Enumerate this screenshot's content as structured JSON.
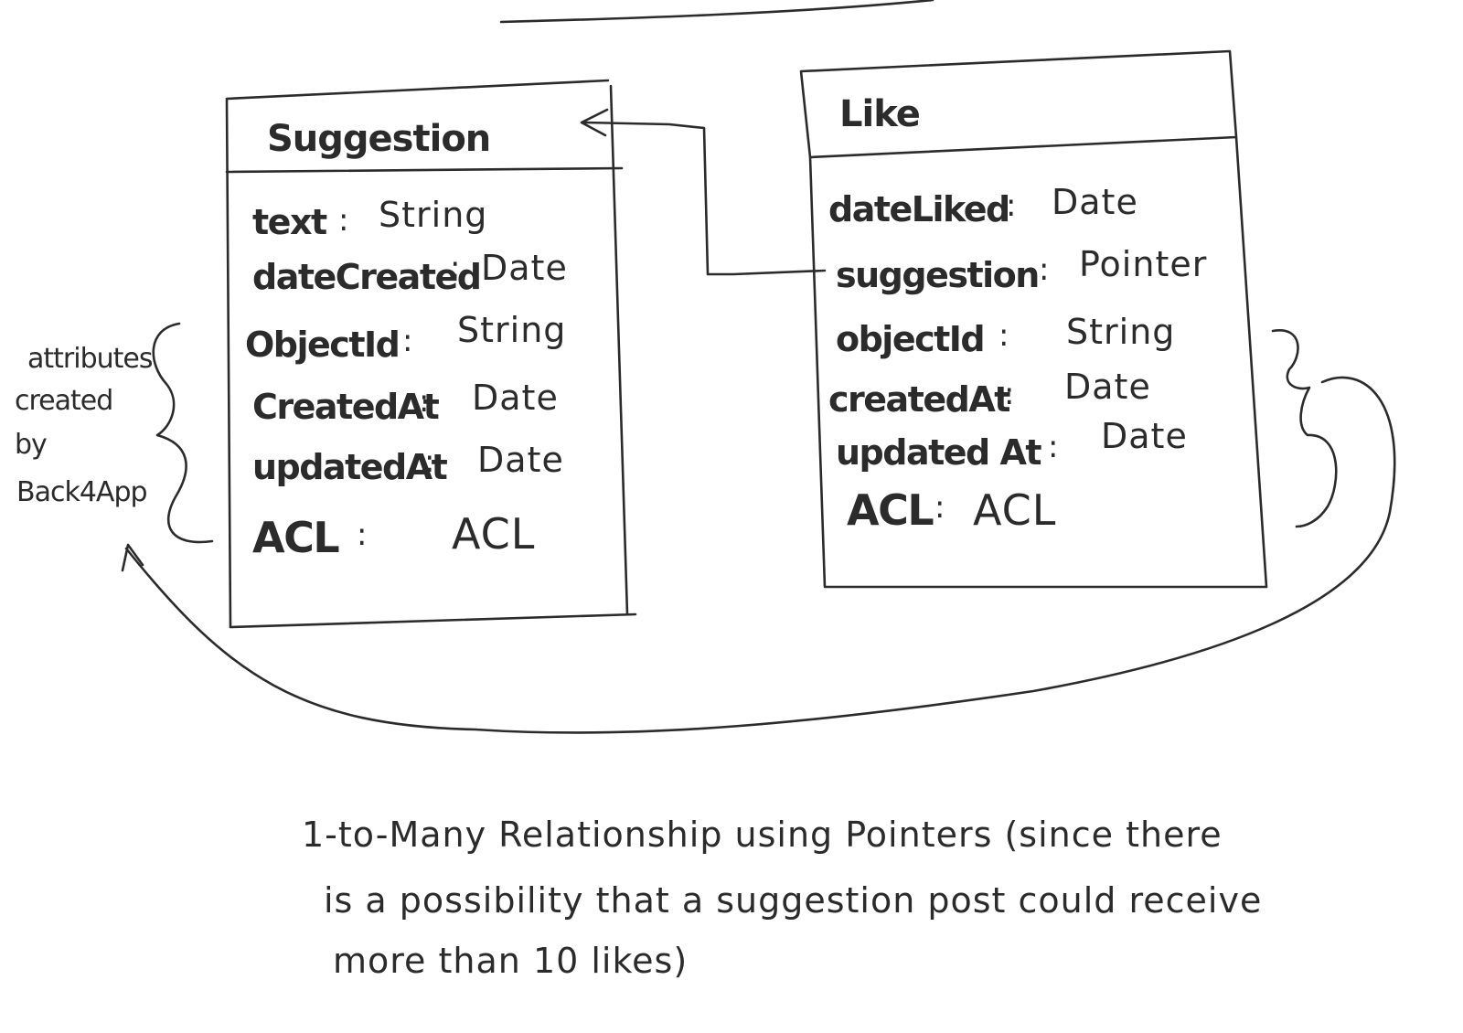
{
  "entities": {
    "suggestion": {
      "title": "Suggestion",
      "attributes": [
        {
          "name": "text",
          "sep": ":",
          "type": "String"
        },
        {
          "name": "dateCreated",
          "sep": ":",
          "type": "Date"
        },
        {
          "name": "ObjectId",
          "sep": ":",
          "type": "String"
        },
        {
          "name": "CreatedAt",
          "sep": ":",
          "type": "Date"
        },
        {
          "name": "updatedAt",
          "sep": ":",
          "type": "Date"
        },
        {
          "name": "ACL",
          "sep": ":",
          "type": "ACL"
        }
      ]
    },
    "like": {
      "title": "Like",
      "attributes": [
        {
          "name": "dateLiked",
          "sep": ":",
          "type": "Date"
        },
        {
          "name": "suggestion",
          "sep": ":",
          "type": "Pointer"
        },
        {
          "name": "objectId",
          "sep": ":",
          "type": "String"
        },
        {
          "name": "createdAt",
          "sep": ":",
          "type": "Date"
        },
        {
          "name": "updated At",
          "sep": ":",
          "type": "Date"
        },
        {
          "name": "ACL",
          "sep": ":",
          "type": "ACL"
        }
      ]
    }
  },
  "side_note": {
    "lines": [
      "attributes",
      "created",
      "by",
      "Back4App"
    ]
  },
  "caption": {
    "lines": [
      "1-to-Many Relationship using Pointers (since there",
      "is a possibility that a suggestion post could receive",
      "more than 10 likes)"
    ]
  },
  "colors": {
    "ink": "#2b2b2b",
    "background": "#ffffff"
  }
}
